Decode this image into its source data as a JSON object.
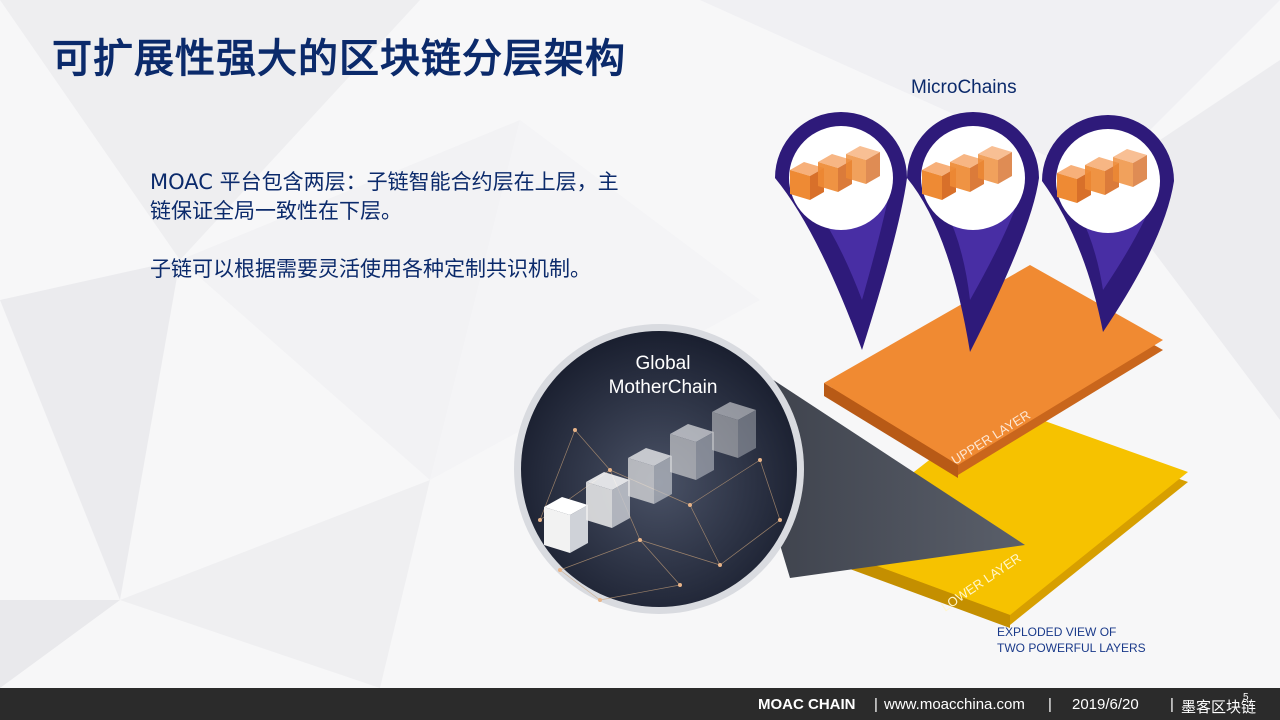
{
  "slide": {
    "title": "可扩展性强大的区块链分层架构",
    "paragraph_1": "MOAC 平台包含两层：子链智能合约层在上层，主链保证全局一致性在下层。",
    "paragraph_2": "子链可以根据需要灵活使用各种定制共识机制。"
  },
  "diagram": {
    "microchains_label": "MicroChains",
    "global_label": "Global MotherChain",
    "upper_layer_label": "UPPER LAYER",
    "lower_layer_label": "LOWER LAYER",
    "caption_line_1": "EXPLODED  VIEW OF",
    "caption_line_2": "TWO POWERFUL LAYERS",
    "colors": {
      "upper_layer": "#f08a32",
      "lower_layer": "#f6c200",
      "pin": "#3a1f8e",
      "cube": "#ef8a3c",
      "title": "#0b2a6b"
    }
  },
  "footer": {
    "brand": "MOAC CHAIN",
    "separator": "|",
    "url": "www.moacchina.com",
    "date": "2019/6/20",
    "org": "墨客区块链",
    "page": "5"
  }
}
